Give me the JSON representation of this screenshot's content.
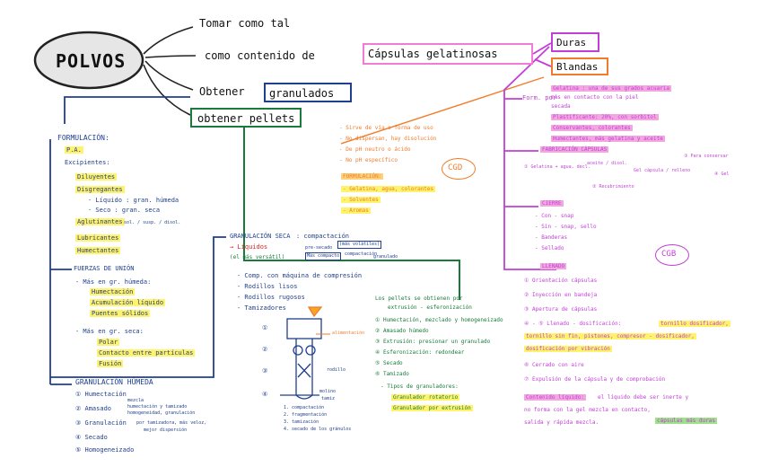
{
  "central": "POLVOS",
  "branches": {
    "tomar": "Tomar como tal",
    "como_contenido": "como contenido de",
    "capsulas": "Cápsulas gelatinosas",
    "obtener": "Obtener",
    "granulados": "granulados",
    "pellets": "obtener pellets",
    "duras": "Duras",
    "blandas": "Blandas"
  },
  "left": {
    "formulacion": "FORMULACIÓN:",
    "items": [
      "P.A.",
      "Excipientes:",
      "Diluyentes",
      "Disgregantes",
      "Aglutinantes",
      "Lubricantes",
      "Humectantes"
    ],
    "sub": [
      "· Líquido : gran. húmeda",
      "· Seco : gran. seca"
    ],
    "agl_sub": "sol. / susp. / disol.",
    "fuerzas": "FUERZAS DE UNIÓN",
    "mas": "- Más en gr. húmeda:",
    "mas_items": [
      "Humectación",
      "Acumulación líquido",
      "Puentes sólidos"
    ],
    "menos": "- Más en gr. seca:",
    "menos_items": [
      "Polar",
      "Contacto entre partículas",
      "Fusión"
    ],
    "granulacion": "GRANULACIÓN HÚMEDA",
    "gh": [
      "Humectación",
      "Amasado",
      "Granulación",
      "Secado",
      "Homogeneizado"
    ],
    "amasado_note": [
      "mezcla",
      "humectación y tamizado",
      "homogeneidad, granulación"
    ],
    "granulacion_note": [
      "por tamizadora, más veloz,",
      "mejor dispersión"
    ]
  },
  "middle": {
    "title": "GRANULACIÓN SECA",
    "comp": ": compactación",
    "tipo": "→ Líquidos",
    "mas_v": "(más volátiles)",
    "pre": "pre-secado",
    "mas_comp": "Más compacto",
    "comp2": "compactación",
    "gran": "granulado",
    "tam": "(el más versátil)",
    "items": [
      "- Comp. con máquina de compresión",
      "- Rodillos lisos",
      "- Rodillos rugosos",
      "- Tamizadores"
    ],
    "labels": [
      "alimentación",
      "rodillo",
      "molino",
      "tamiz"
    ],
    "steps": [
      "1. compactación",
      "2. fragmentación",
      "3. tamización",
      "4. secado de los gránulos"
    ]
  },
  "right_green": {
    "title": "Los pellets se obtienen por",
    "subtitle": "extrusión - esferonización",
    "items": [
      "Humectación, mezclado y homogeneizado",
      "Amasado húmedo",
      "Extrusión: presionar un granulado",
      "Esferonización: redondear",
      "Secado",
      "Tamizado"
    ],
    "tipos": "- Tipos de granuladores:",
    "tipos_items": [
      "Granulador rotatorio",
      "Granulador por extrusión"
    ]
  },
  "cgd": {
    "label": "CGD",
    "text": [
      "- Sirve de vía o forma de uso",
      "- No dispersan, hay disolución",
      "- De pH neutro o ácido",
      "- No pH específico"
    ],
    "formulacion": "FORMULACIÓN:",
    "items": [
      "- Gelatina, agua, colorantes",
      "- Solventes",
      "- Aromas"
    ]
  },
  "cgb": {
    "label": "CGB",
    "form": "Form. por",
    "gelatina": "Gelatina : una de sus grados acuaria",
    "gel2": "más en contacto con la piel",
    "gel3": "secada",
    "items": [
      "Plastificante: 20%, con sorbitol",
      "Conservantes, colorantes",
      "Humectantes, más gelatina y aceite"
    ],
    "fabricacion": "FABRICACIÓN CÁPSULAS",
    "fab": [
      "① Gelatina + agua, decl.",
      "aceite / disol.",
      "Gel cápsula / relleno",
      "② Recubrimiento",
      "③ Para conservar",
      "④ Gel"
    ],
    "cierre": "CIERRE",
    "cierre_items": [
      "- Con - snap",
      "- Sin - snap, sello",
      "- Banderas",
      "- Sellado"
    ],
    "llenado": "LLENADO",
    "llenado_items": [
      "① Orientación cápsulas",
      "② Inyección en bandeja",
      "③ Apertura de cápsulas",
      "④ - ⑤ Llenado - dosificación:",
      "⑥ Cerrado con aire",
      "⑦ Expulsión de la cápsula y de comprobación"
    ],
    "dosif": "tornillo dosificador,",
    "dosif2": "tornillo sin fin, pistones, compresor - dosificador,",
    "dosif3": "dosificación por vibración",
    "contenido": "Contenido líquido:",
    "cont_text": "el líquido debe ser inerte y",
    "cont2": "no forma con la gel mezcla en contacto,",
    "cont3": "salida y rápida mezcla.",
    "cont_tag": "cápsulas más duras"
  }
}
